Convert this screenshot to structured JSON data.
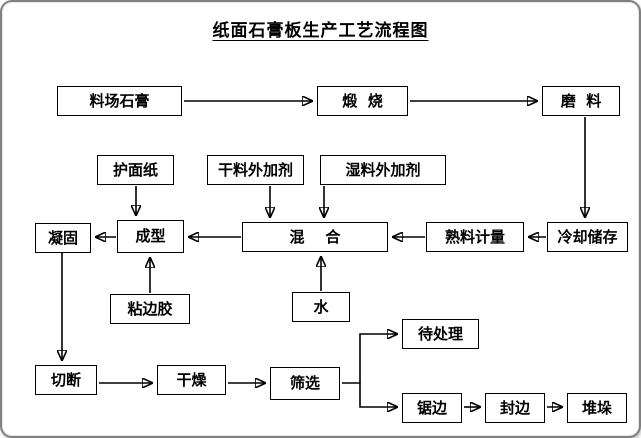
{
  "title": "纸面石膏板生产工艺流程图",
  "accent_color": "#000000",
  "nodes": {
    "liaochang": {
      "label": "料场石膏"
    },
    "duanshao": {
      "label": "煅  烧"
    },
    "moliao": {
      "label": "磨  料"
    },
    "humianzhi": {
      "label": "护面纸"
    },
    "ganliao": {
      "label": "干料外加剂"
    },
    "shiliao": {
      "label": "湿料外加剂"
    },
    "ninggu": {
      "label": "凝固"
    },
    "chengxing": {
      "label": "成型"
    },
    "hunhe": {
      "label": "混    合"
    },
    "shuliao": {
      "label": "熟料计量"
    },
    "lengque": {
      "label": "冷却储存"
    },
    "zhanbianjiao": {
      "label": "粘边胶"
    },
    "shui": {
      "label": "水"
    },
    "daichuli": {
      "label": "待处理"
    },
    "qieduan": {
      "label": "切断"
    },
    "ganzao": {
      "label": "干燥"
    },
    "shaixuan": {
      "label": "筛选"
    },
    "jubian": {
      "label": "锯边"
    },
    "fengbian": {
      "label": "封边"
    },
    "duiduo": {
      "label": "堆垛"
    }
  }
}
